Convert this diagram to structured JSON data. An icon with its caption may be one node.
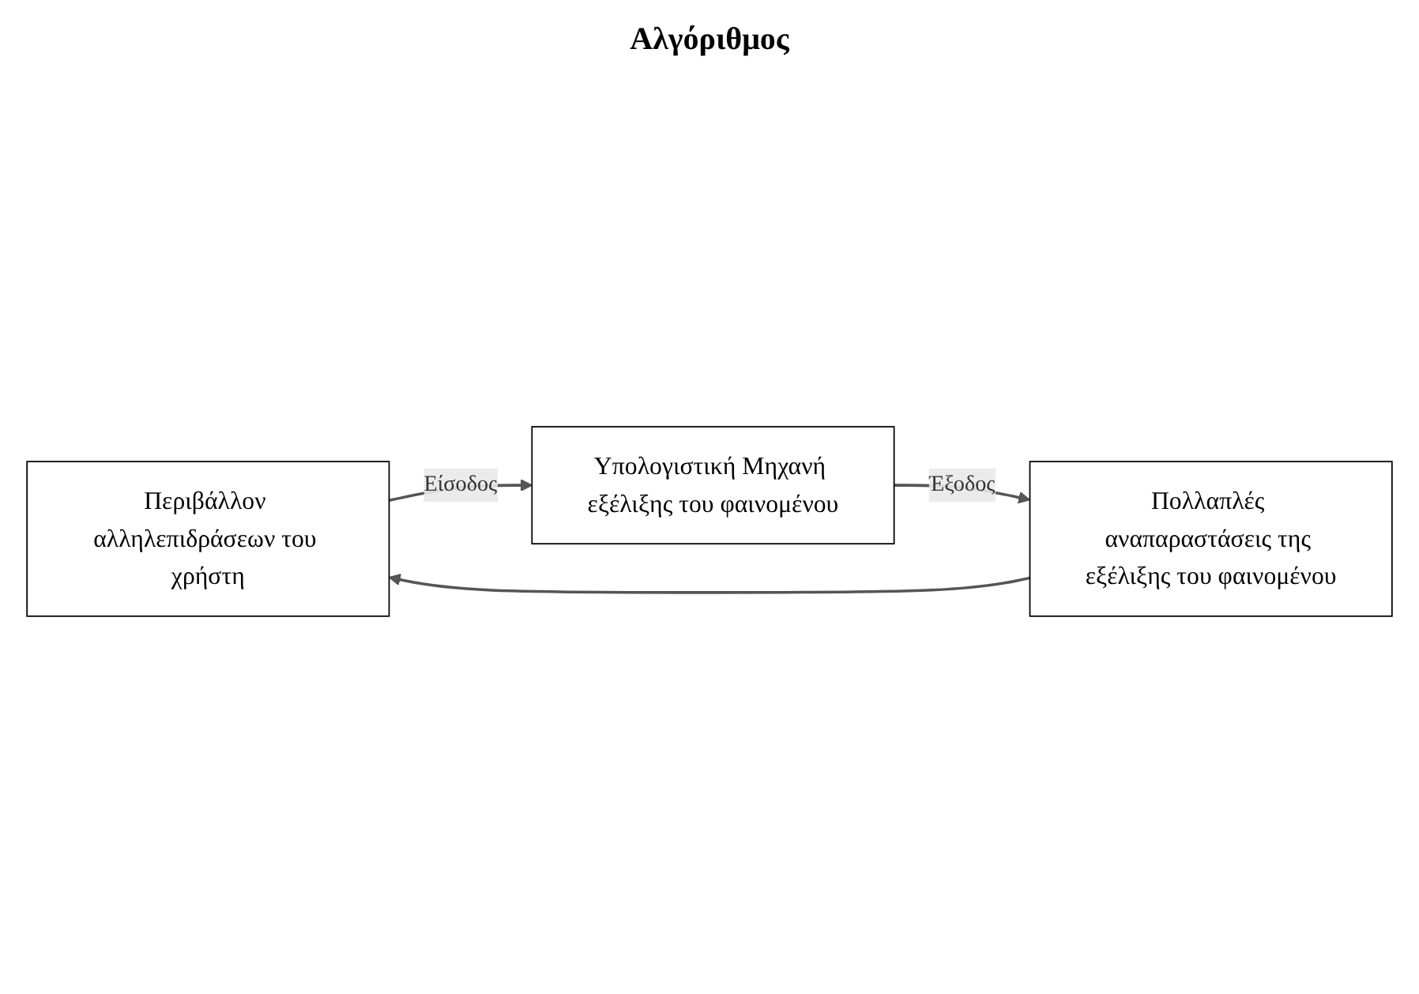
{
  "diagram": {
    "nodes": [
      {
        "text": [
          "Περιβάλλον αλληλεπιδράσεων του χρήστη"
        ]
      },
      {
        "text": [
          "Πολλαπλές αναπαραστάσεις της εξέλιξης του φαινομένου"
        ]
      },
      {
        "text": [
          "Υπολογιστική Μηχανή εξέλιξης του φαινομένου"
        ]
      }
    ],
    "edges": [
      {
        "from": 1,
        "to": 0,
        "arrow": "to"
      },
      {
        "from": 0,
        "to": 2,
        "arrow": "to",
        "label": "Είσοδος"
      },
      {
        "from": 2,
        "to": 1,
        "arrow": "to",
        "label": "Έξοδος"
      }
    ],
    "labels": [
      "Αλγόριθμος"
    ]
  }
}
